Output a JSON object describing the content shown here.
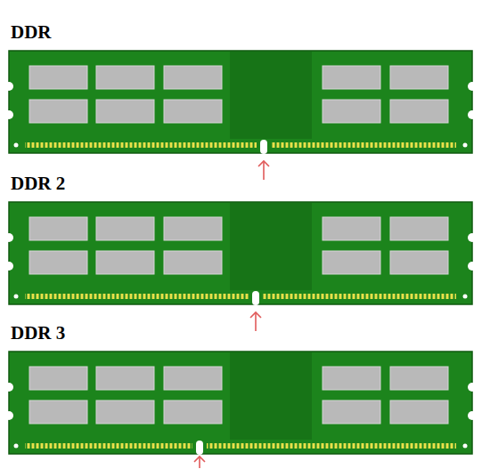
{
  "diagram": {
    "labels": [
      "DDR",
      "DDR 2",
      "DDR 3"
    ]
  }
}
